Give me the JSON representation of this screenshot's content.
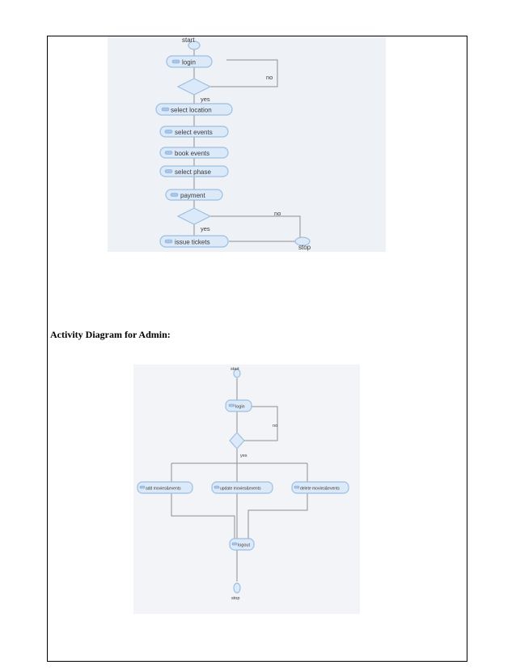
{
  "heading": "Activity Diagram for Admin:",
  "user_diagram": {
    "start": "start",
    "login": "login",
    "no1": "no",
    "yes1": "yes",
    "select_location": "select location",
    "select_events": "select events",
    "book_events": "book events",
    "select_phase": "select phase",
    "payment": "payment",
    "no2": "no",
    "yes2": "yes",
    "issue_tickets": "issue tickets",
    "stop": "stop"
  },
  "admin_diagram": {
    "start": "start",
    "login": "login",
    "no": "no",
    "yes": "yes",
    "add": "add movies&events",
    "update": "update movies&events",
    "delete": "delete movies&events",
    "logout": "logout",
    "stop": "stop"
  },
  "colors": {
    "node_fill": "#dce9f8",
    "node_stroke": "#9dbfe2",
    "connector": "#8e8e8e",
    "diagram_background": "#eef1f6"
  }
}
